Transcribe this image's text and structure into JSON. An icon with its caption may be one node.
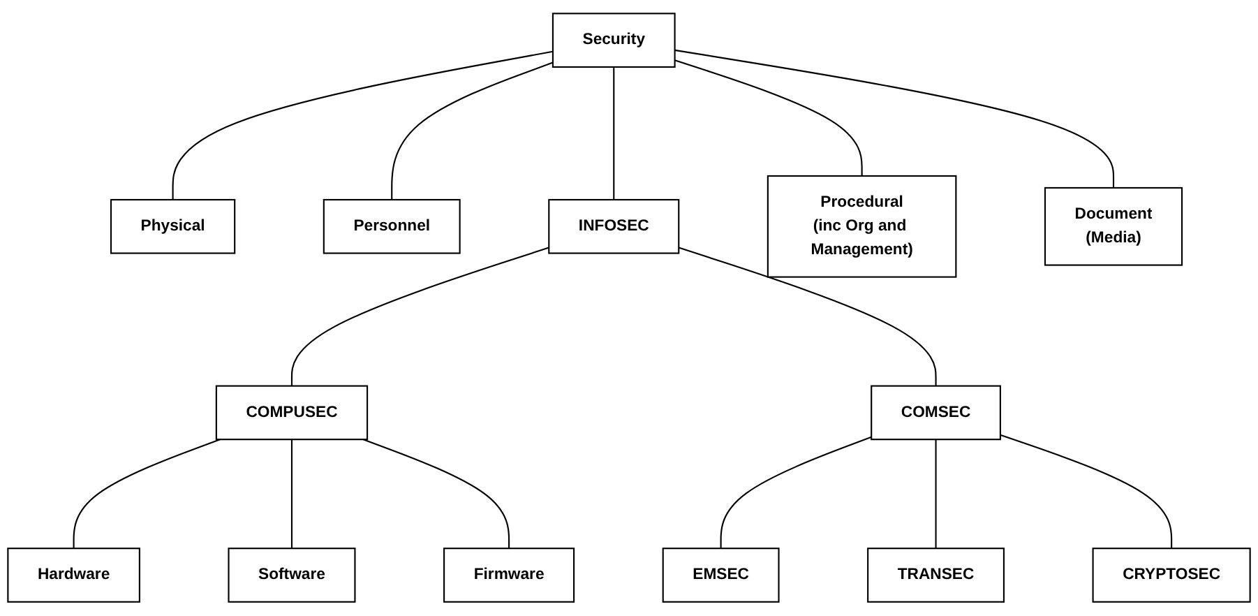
{
  "diagram": {
    "nodes": [
      {
        "text": [
          "Security"
        ]
      },
      {
        "text": [
          "Physical"
        ]
      },
      {
        "text": [
          "Personnel"
        ]
      },
      {
        "text": [
          "INFOSEC"
        ]
      },
      {
        "text": [
          "Procedural",
          "(inc Org and Management)"
        ]
      },
      {
        "text": [
          "Document",
          "(Media)"
        ]
      },
      {
        "text": [
          "COMPUSEC"
        ]
      },
      {
        "text": [
          "COMSEC"
        ]
      },
      {
        "text": [
          "Hardware"
        ]
      },
      {
        "text": [
          "Software"
        ]
      },
      {
        "text": [
          "Firmware"
        ]
      },
      {
        "text": [
          "EMSEC"
        ]
      },
      {
        "text": [
          "TRANSEC"
        ]
      },
      {
        "text": [
          "CRYPTOSEC"
        ]
      }
    ],
    "edges": [
      {
        "from": 0,
        "to": 1,
        "arrow": "none"
      },
      {
        "from": 0,
        "to": 2,
        "arrow": "none"
      },
      {
        "from": 0,
        "to": 3,
        "arrow": "none"
      },
      {
        "from": 0,
        "to": 4,
        "arrow": "none"
      },
      {
        "from": 0,
        "to": 5,
        "arrow": "none"
      },
      {
        "from": 3,
        "to": 6,
        "arrow": "none"
      },
      {
        "from": 3,
        "to": 7,
        "arrow": "none"
      },
      {
        "from": 6,
        "to": 8,
        "arrow": "none"
      },
      {
        "from": 6,
        "to": 9,
        "arrow": "none"
      },
      {
        "from": 6,
        "to": 10,
        "arrow": "none"
      },
      {
        "from": 7,
        "to": 11,
        "arrow": "none"
      },
      {
        "from": 7,
        "to": 12,
        "arrow": "none"
      },
      {
        "from": 7,
        "to": 13,
        "arrow": "none"
      }
    ]
  }
}
